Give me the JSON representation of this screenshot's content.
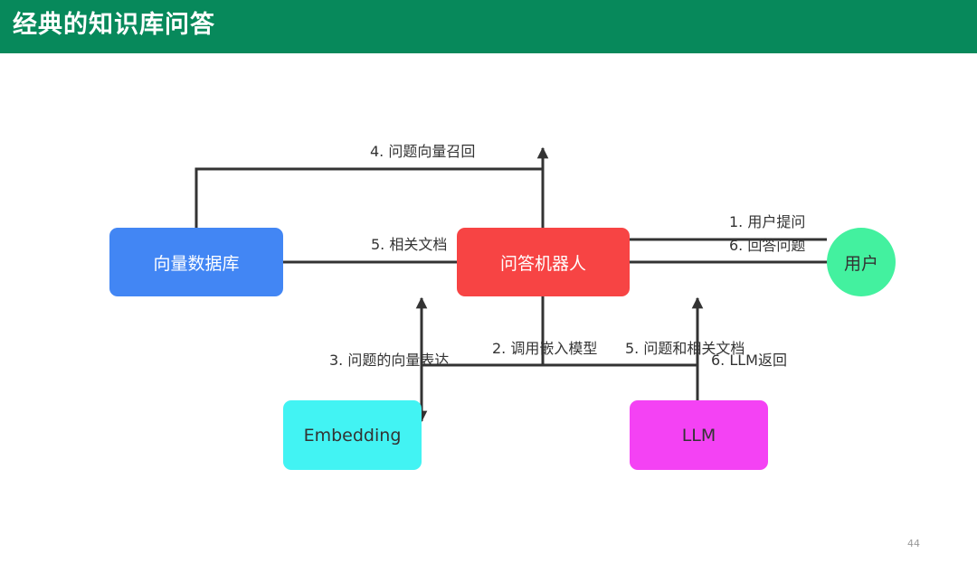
{
  "header": {
    "title": "经典的知识库问答",
    "background": "#07895b"
  },
  "nodes": {
    "vector_db": {
      "label": "向量数据库",
      "color": "#4286f4"
    },
    "qa_bot": {
      "label": "问答机器人",
      "color": "#f74444"
    },
    "embedding": {
      "label": "Embedding",
      "color": "#42f3f3"
    },
    "llm": {
      "label": "LLM",
      "color": "#f442f4"
    },
    "user": {
      "label": "用户",
      "color": "#43f19f"
    }
  },
  "edges": {
    "recall": "4. 问题向量召回",
    "related_docs": "5. 相关文档",
    "user_question": "1. 用户提问",
    "answer": "6. 回答问题",
    "vector_expr": "3. 问题的向量表达",
    "call_embedding": "2. 调用嵌入模型",
    "question_docs": "5. 问题和相关文档",
    "llm_return": "6. LLM返回"
  },
  "page_number": "44"
}
